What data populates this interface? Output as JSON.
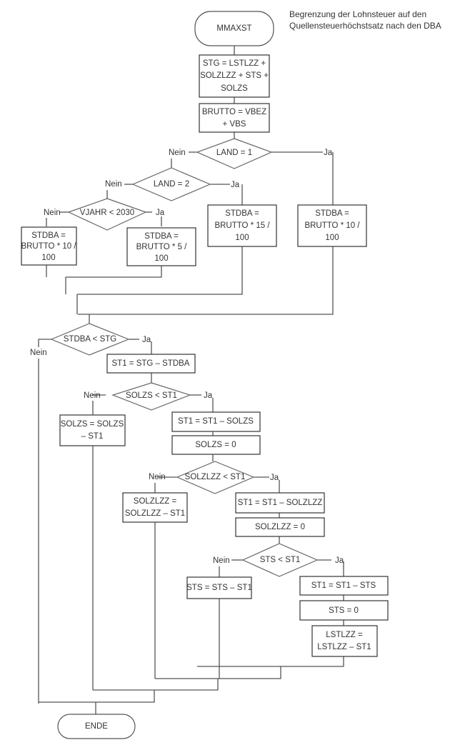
{
  "note": "Begrenzung der Lohnsteuer auf den Quellensteuerhöchstsatz nach den DBA",
  "labels": {
    "yes": "Ja",
    "no": "Nein"
  },
  "start": "MMAXST",
  "end": "ENDE",
  "nodes": {
    "stg": [
      "STG = LSTLZZ +",
      "SOLZLZZ + STS +",
      "SOLZS"
    ],
    "brutto": [
      "BRUTTO = VBEZ",
      "+ VBS"
    ],
    "land1": "LAND = 1",
    "land2": "LAND = 2",
    "vjahr": "VJAHR < 2030",
    "stdba_10a": [
      "STDBA =",
      "BRUTTO * 10 /",
      "100"
    ],
    "stdba_5": [
      "STDBA =",
      "BRUTTO * 5 /",
      "100"
    ],
    "stdba_15": [
      "STDBA =",
      "BRUTTO * 15 /",
      "100"
    ],
    "stdba_10b": [
      "STDBA =",
      "BRUTTO * 10 /",
      "100"
    ],
    "stdba_lt_stg": "STDBA < STG",
    "st1_init": "ST1 = STG – STDBA",
    "solzs_lt": "SOLZS < ST1",
    "solzs_sub": [
      "SOLZS = SOLZS",
      "– ST1"
    ],
    "st1_solzs": "ST1 = ST1 – SOLZS",
    "solzs_zero": "SOLZS = 0",
    "solzlzz_lt": "SOLZLZZ < ST1",
    "solzlzz_sub": [
      "SOLZLZZ =",
      "SOLZLZZ – ST1"
    ],
    "st1_solzlzz": "ST1 = ST1 – SOLZLZZ",
    "solzlzz_zero": "SOLZLZZ = 0",
    "sts_lt": "STS < ST1",
    "sts_sub": "STS = STS – ST1",
    "st1_sts": "ST1 = ST1 – STS",
    "sts_zero": "STS = 0",
    "lstlzz_sub": [
      "LSTLZZ =",
      "LSTLZZ – ST1"
    ]
  }
}
